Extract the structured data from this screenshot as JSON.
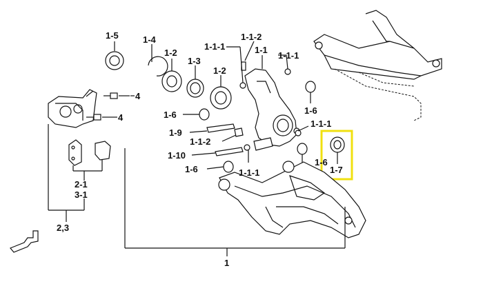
{
  "diagram": {
    "highlight_color": "#f0e010",
    "ink_color": "#111111",
    "callouts": {
      "c_1_5": "1-5",
      "c_1_4": "1-4",
      "c_1_2_a": "1-2",
      "c_1_3": "1-3",
      "c_1_2_b": "1-2",
      "c_1_1_1_top": "1-1-1",
      "c_1_1_2_top": "1-1-2",
      "c_1_1": "1-1",
      "c_1_1_1_right": "1-1-1",
      "c_4_top": "4",
      "c_4_mid": "4",
      "c_1_6_left": "1-6",
      "c_1_6_right": "1-6",
      "c_1_9": "1-9",
      "c_1_1_2_mid": "1-1-2",
      "c_1_10": "1-10",
      "c_1_6_lower": "1-6",
      "c_1_1_1_lower": "1-1-1",
      "c_1_1_1_mid_right": "1-1-1",
      "c_1_6_mid_right": "1-6",
      "c_1_7": "1-7",
      "c_2_1": "2-1",
      "c_3_1": "3-1",
      "c_2_3": "2,3",
      "c_1_bottom": "1"
    }
  }
}
